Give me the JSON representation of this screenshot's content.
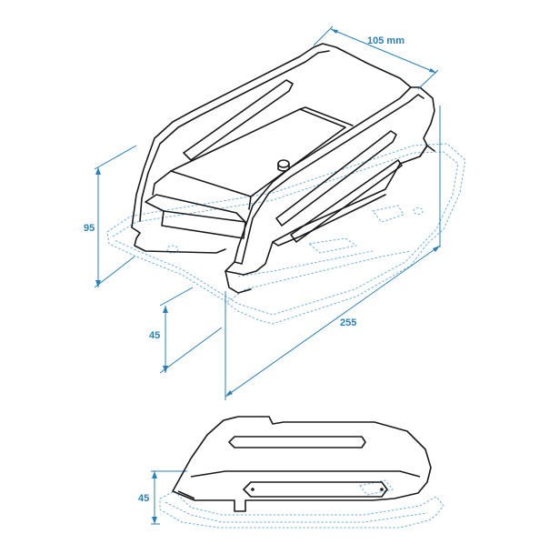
{
  "colors": {
    "outline": "#1a1a1a",
    "dimension": "#2a7fb5",
    "ghost": "#6fb0d8",
    "background": "#ffffff"
  },
  "dimensions": {
    "width_label": "105 mm",
    "height_label": "95",
    "depth_label": "255",
    "base_height_label": "45",
    "side_height_label": "45"
  }
}
